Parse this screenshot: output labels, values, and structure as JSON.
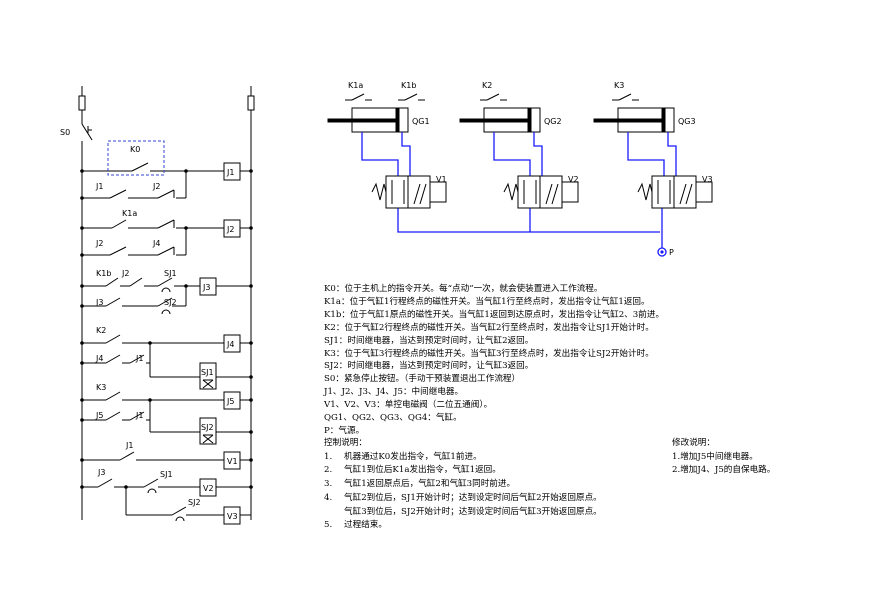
{
  "ladder": {
    "s0_label": "S0",
    "k0_label": "K0",
    "j1_contact": "J1",
    "j2_contact": "J2",
    "k1b_label": "K1b",
    "k1a_label": "K1a",
    "j2_contact_b": "J2",
    "j4_contact": "J4",
    "sj1_contact": "SJ1",
    "j3_contact": "J3",
    "sj2_contact": "SJ2",
    "k2_label": "K2",
    "j4_contact_b": "J4",
    "j1_contact_b": "J1",
    "k3_label": "K3",
    "j5_contact": "J5",
    "j1_contact_c": "J1",
    "j1_contact_d": "J1",
    "j3_contact_b": "J3",
    "sj1_contact_b": "SJ1",
    "sj2_contact_b": "SJ2",
    "coils": [
      "J1",
      "J2",
      "J3",
      "J4",
      "SJ1",
      "J5",
      "SJ2",
      "V1",
      "V2",
      "V3"
    ]
  },
  "pneumatic": {
    "switches": [
      "K1a",
      "K1b",
      "K2",
      "K3"
    ],
    "cylinders": [
      "QG1",
      "QG2",
      "QG3"
    ],
    "valves": [
      "V1",
      "V2",
      "V3"
    ],
    "source": "P"
  },
  "notes": [
    "K0：位于主机上的指令开关。每“点动”一次，就会使装置进入工作流程。",
    "K1a：位于气缸1行程终点的磁性开关。当气缸1行至终点时，发出指令让气缸1返回。",
    "K1b：位于气缸1原点的磁性开关。当气缸1返回到达原点时，发出指令让气缸2、3前进。",
    "K2：位于气缸2行程终点的磁性开关。当气缸2行至终点时，发出指令让SJ1开始计时。",
    "SJ1：时间继电器，当达到预定时间时，让气缸2返回。",
    "K3：位于气缸3行程终点的磁性开关。当气缸3行至终点时，发出指令让SJ2开始计时。",
    "SJ2：时间继电器，当达到预定时间时，让气缸3返回。",
    "S0：紧急停止按钮。（手动干预装置退出工作流程）",
    "J1、J2、J3、J4、J5：中间继电器。",
    "V1、V2、V3：单控电磁阀（二位五通阀）。",
    "QG1、QG2、QG3、QG4：气缸。",
    "P：气源。"
  ],
  "control": {
    "title": "控制说明：",
    "steps": [
      {
        "num": "1.",
        "text": "机器通过K0发出指令，气缸1前进。"
      },
      {
        "num": "2.",
        "text": "气缸1到位后K1a发出指令，气缸1返回。"
      },
      {
        "num": "3.",
        "text": "气缸1返回原点后，气缸2和气缸3同时前进。"
      },
      {
        "num": "4.",
        "text": "气缸2到位后，SJ1开始计时；达到设定时间后气缸2开始返回原点。"
      },
      {
        "num": "",
        "text": "气缸3到位后，SJ2开始计时；达到设定时间后气缸3开始返回原点。"
      },
      {
        "num": "5.",
        "text": "过程结束。"
      }
    ]
  },
  "modification": {
    "title": "修改说明：",
    "items": [
      "1.增加J5中间继电器。",
      "2.增加J4、J5的自保电路。"
    ]
  },
  "colors": {
    "line": "#000000",
    "pipe": "#1a1aff",
    "dashed_box": "#3344cc"
  }
}
